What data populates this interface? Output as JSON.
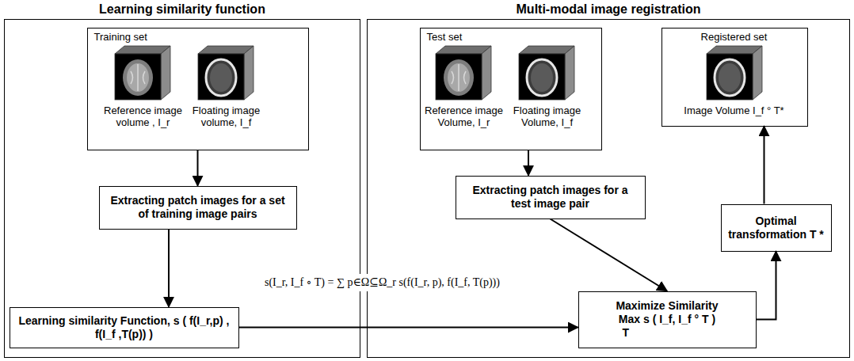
{
  "diagram": {
    "nodes": [
      {
        "text": [
          "Learning similarity function"
        ]
      },
      {
        "text": [
          "Training set",
          "Reference image volume , I_r",
          "Floating image volume, I_f"
        ],
        "in": 0
      },
      {
        "text": [
          "Extracting patch images for a set of training image pairs"
        ],
        "in": 0
      },
      {
        "text": [
          "Learning similarity Function, s ( f(I_r,p) , f(I_f ,T(p)) )"
        ],
        "in": 0
      },
      {
        "text": [
          "Multi-modal image registration"
        ]
      },
      {
        "text": [
          "Test set",
          "Reference image Volume, I_r",
          "Floating image Volume, I_f"
        ],
        "in": 4
      },
      {
        "text": [
          "Registered set",
          "Image Volume I_f ° T*"
        ],
        "in": 4
      },
      {
        "text": [
          "Extracting patch images for a test image pair"
        ],
        "in": 4
      },
      {
        "text": [
          "Optimal transformation T *"
        ],
        "in": 4
      },
      {
        "text": [
          "Maximize Similarity",
          "Max s ( I_f, I_f ° T )",
          "T"
        ],
        "in": 4
      }
    ],
    "edges": [
      {
        "from": 1,
        "to": 2,
        "arrow": "to"
      },
      {
        "from": 2,
        "to": 3,
        "arrow": "to"
      },
      {
        "from": 3,
        "to": 9,
        "arrow": "to",
        "label": "s(I_r, I_f ∘ T) = ∑ p∈Ω⊆Ω_r s(f(I_r, p), f(I_f, T(p)))"
      },
      {
        "from": 5,
        "to": 7,
        "arrow": "to"
      },
      {
        "from": 7,
        "to": 9,
        "arrow": "to"
      },
      {
        "from": 9,
        "to": 8,
        "arrow": "to"
      },
      {
        "from": 8,
        "to": 6,
        "arrow": "to"
      }
    ]
  }
}
